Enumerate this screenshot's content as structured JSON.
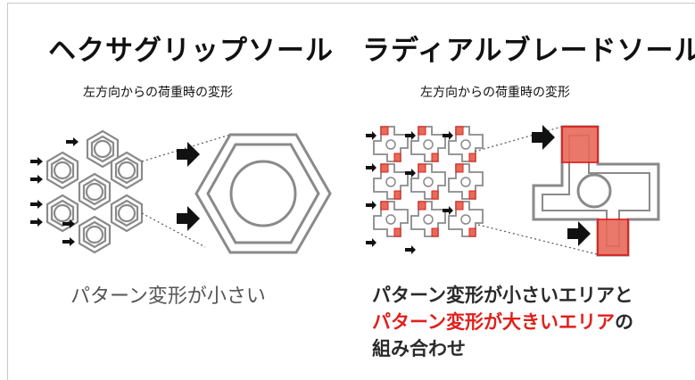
{
  "left": {
    "title": "ヘクサグリップソール",
    "subtitle": "左方向からの荷重時の変形",
    "caption": "パターン変形が小さい"
  },
  "right": {
    "title": "ラディアルブレードソール",
    "subtitle": "左方向からの荷重時の変形",
    "caption_line1": "パターン変形が小さいエリアと",
    "caption_line2_red": "パターン変形が大きいエリア",
    "caption_line2_tail": "の",
    "caption_line3": "組み合わせ"
  },
  "colors": {
    "highlight_red": "#e0201c",
    "pattern_gray": "#8a8a8a",
    "arrow_black": "#111111",
    "red_fill": "#e86a5a"
  }
}
